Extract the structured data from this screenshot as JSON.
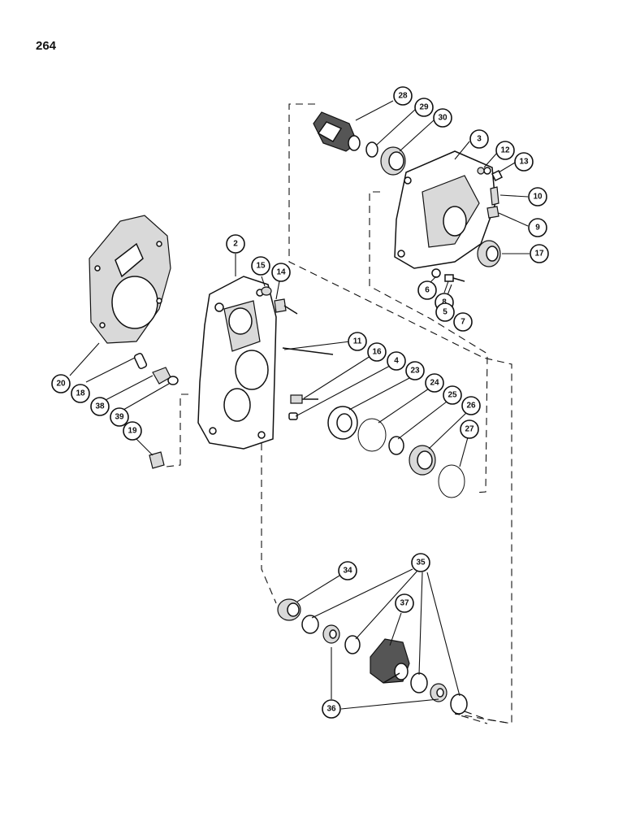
{
  "page": {
    "number": "264"
  },
  "callouts": [
    {
      "label": "28"
    },
    {
      "label": "29"
    },
    {
      "label": "30"
    },
    {
      "label": "3"
    },
    {
      "label": "12"
    },
    {
      "label": "13"
    },
    {
      "label": "10"
    },
    {
      "label": "9"
    },
    {
      "label": "17"
    },
    {
      "label": "2"
    },
    {
      "label": "15"
    },
    {
      "label": "14"
    },
    {
      "label": "6"
    },
    {
      "label": "8"
    },
    {
      "label": "5"
    },
    {
      "label": "7"
    },
    {
      "label": "11"
    },
    {
      "label": "16"
    },
    {
      "label": "4"
    },
    {
      "label": "23"
    },
    {
      "label": "24"
    },
    {
      "label": "25"
    },
    {
      "label": "26"
    },
    {
      "label": "27"
    },
    {
      "label": "20"
    },
    {
      "label": "18"
    },
    {
      "label": "38"
    },
    {
      "label": "39"
    },
    {
      "label": "19"
    },
    {
      "label": "34"
    },
    {
      "label": "35"
    },
    {
      "label": "37"
    },
    {
      "label": "36"
    }
  ]
}
